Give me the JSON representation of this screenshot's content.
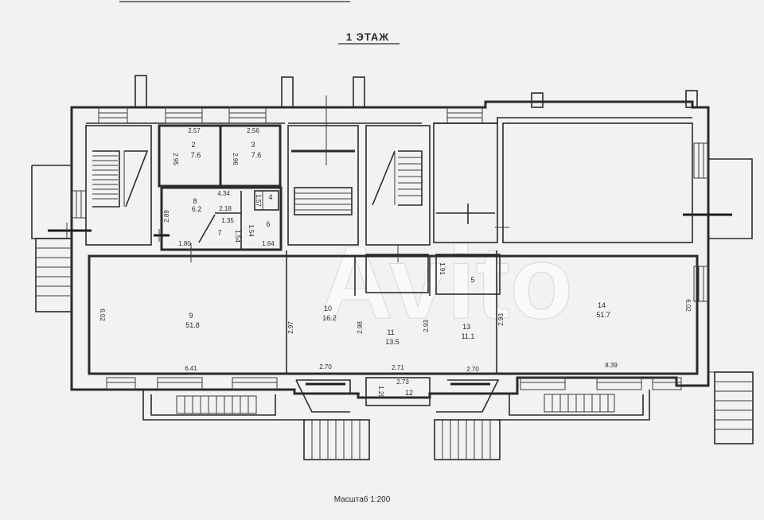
{
  "plan": {
    "title": "1 ЭТАЖ",
    "scale_text": "Масштаб 1:200",
    "watermark": "Avito"
  },
  "rooms": [
    {
      "id": "room-2",
      "number": "2",
      "area": "7.6"
    },
    {
      "id": "room-3",
      "number": "3",
      "area": "7.6"
    },
    {
      "id": "room-8",
      "number": "8",
      "area": "6.2"
    },
    {
      "id": "room-7",
      "number": "7",
      "area": ""
    },
    {
      "id": "room-6",
      "number": "6",
      "area": ""
    },
    {
      "id": "room-4",
      "number": "4",
      "area": ""
    },
    {
      "id": "room-9",
      "number": "9",
      "area": "51.8"
    },
    {
      "id": "room-10",
      "number": "10",
      "area": "16.2"
    },
    {
      "id": "room-11",
      "number": "11",
      "area": "13.5"
    },
    {
      "id": "room-13",
      "number": "13",
      "area": "11.1"
    },
    {
      "id": "room-14",
      "number": "14",
      "area": "51.7"
    },
    {
      "id": "room-5",
      "number": "5",
      "area": ""
    },
    {
      "id": "room-12",
      "number": "12",
      "area": ""
    }
  ],
  "dimensions": {
    "d_2_57": "2.57",
    "d_2_56": "2.56",
    "d_2_95": "2.95",
    "d_2_96": "2.96",
    "d_4_34": "4.34",
    "d_2_18": "2.18",
    "d_1_35": "1.35",
    "d_1_64": "1.64",
    "d_1_80": "1.80",
    "d_2_89": "2.89",
    "d_1_54a": "1.54",
    "d_1_54b": "1.54",
    "d_1_57": "1.57",
    "d_6_41": "6.41",
    "d_8_39": "8.39",
    "d_2_70a": "2.70",
    "d_2_71": "2.71",
    "d_2_70b": "2.70",
    "d_2_73": "2.73",
    "d_1_20": "1.20",
    "d_2_97": "2.97",
    "d_2_98": "2.98",
    "d_2_93a": "2.93",
    "d_2_93b": "2.93",
    "d_6_02a": "6.02",
    "d_6_02b": "6.02",
    "d_1_91": "1.91"
  }
}
